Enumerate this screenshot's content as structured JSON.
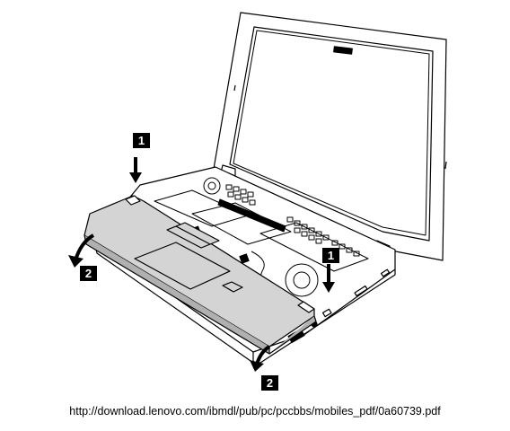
{
  "steps": {
    "step1_top": "1",
    "step1_right": "1",
    "step2_left": "2",
    "step2_bottom": "2"
  },
  "caption": "http://download.lenovo.com/ibmdl/pub/pc/pccbbs/mobiles_pdf/0a60739.pdf",
  "colors": {
    "line": "#000000",
    "panel": "#d4d4d4",
    "panel_dark": "#b0b0b0",
    "background": "#ffffff"
  }
}
